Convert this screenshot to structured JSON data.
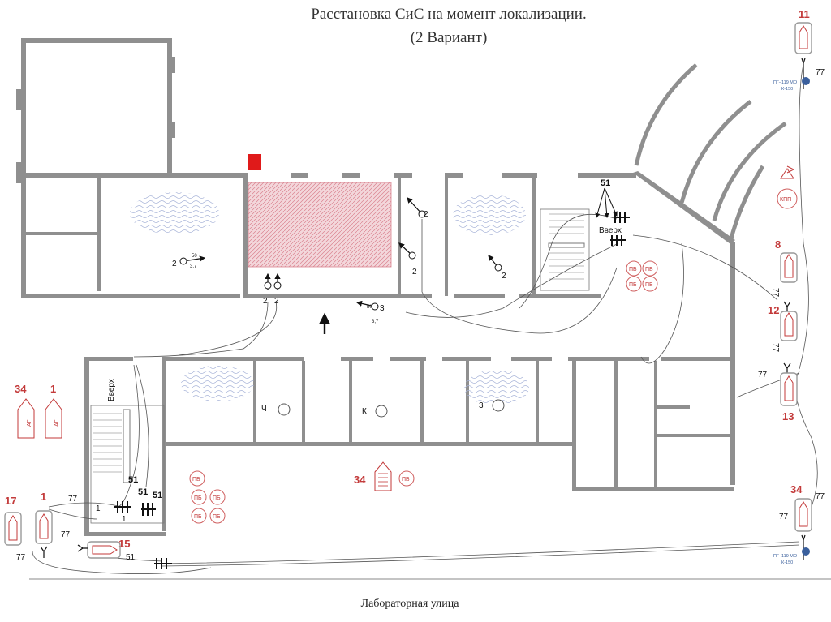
{
  "title": {
    "line1": "Расстановка СиС на момент локализации.",
    "line2": "(2 Вариант)"
  },
  "street": "Лабораторная улица",
  "units": {
    "u11": "11",
    "u8": "8",
    "u12": "12",
    "u13": "13",
    "u34_left": "34",
    "u1_left": "1",
    "u34_center": "34",
    "u34_right": "34",
    "u17": "17",
    "u1_bottom": "1",
    "u15": "15"
  },
  "labels": {
    "ag": "АГ",
    "kpp": "КПП",
    "pb": "ПБ",
    "vverh": "Вверх",
    "room_ch": "Ч",
    "room_k": "К",
    "room_3": "3"
  },
  "hydrant": {
    "line1": "ПГ–119 МО",
    "line2": "К-150"
  },
  "nums": {
    "n77": "77",
    "n51": "51",
    "n1": "1",
    "n2": "2",
    "n3": "3",
    "n50": "50",
    "n37": "3,7"
  },
  "colors": {
    "accent_red": "#c33a3a",
    "fire_zone": "#e9b5bc",
    "water_waves": "#a7b3d8",
    "walls": "#8f8f8f"
  }
}
